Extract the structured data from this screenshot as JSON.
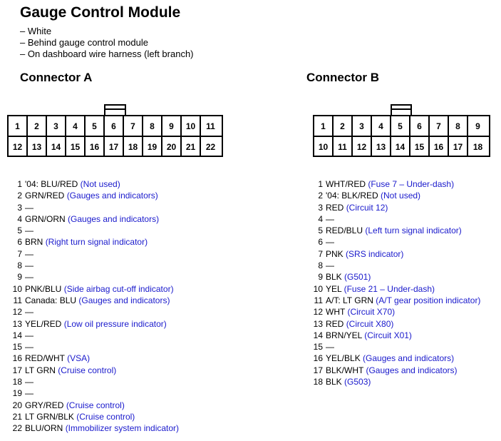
{
  "title": "Gauge Control Module",
  "notes": [
    "– White",
    "– Behind gauge control module",
    "– On dashboard wire harness (left branch)"
  ],
  "connector_a": {
    "title": "Connector A",
    "top_row": [
      "1",
      "2",
      "3",
      "4",
      "5",
      "6",
      "7",
      "8",
      "9",
      "10",
      "11"
    ],
    "bottom_row": [
      "12",
      "13",
      "14",
      "15",
      "16",
      "17",
      "18",
      "19",
      "20",
      "21",
      "22"
    ],
    "pins": [
      {
        "num": "1",
        "wire": "'04: BLU/RED",
        "desc": "(Not used)"
      },
      {
        "num": "2",
        "wire": "GRN/RED",
        "desc": "(Gauges and indicators)"
      },
      {
        "num": "3",
        "wire": "—",
        "desc": ""
      },
      {
        "num": "4",
        "wire": "GRN/ORN",
        "desc": "(Gauges and indicators)"
      },
      {
        "num": "5",
        "wire": "—",
        "desc": ""
      },
      {
        "num": "6",
        "wire": "BRN",
        "desc": "(Right turn signal indicator)"
      },
      {
        "num": "7",
        "wire": "—",
        "desc": ""
      },
      {
        "num": "8",
        "wire": "—",
        "desc": ""
      },
      {
        "num": "9",
        "wire": "—",
        "desc": ""
      },
      {
        "num": "10",
        "wire": "PNK/BLU",
        "desc": "(Side airbag cut-off indicator)"
      },
      {
        "num": "11",
        "wire": "Canada: BLU",
        "desc": "(Gauges and indicators)"
      },
      {
        "num": "12",
        "wire": "—",
        "desc": ""
      },
      {
        "num": "13",
        "wire": "YEL/RED",
        "desc": "(Low oil pressure indicator)"
      },
      {
        "num": "14",
        "wire": "—",
        "desc": ""
      },
      {
        "num": "15",
        "wire": "—",
        "desc": ""
      },
      {
        "num": "16",
        "wire": "RED/WHT",
        "desc": "(VSA)"
      },
      {
        "num": "17",
        "wire": "LT GRN",
        "desc": "(Cruise control)"
      },
      {
        "num": "18",
        "wire": "—",
        "desc": ""
      },
      {
        "num": "19",
        "wire": "—",
        "desc": ""
      },
      {
        "num": "20",
        "wire": "GRY/RED",
        "desc": "(Cruise control)"
      },
      {
        "num": "21",
        "wire": "LT GRN/BLK",
        "desc": "(Cruise control)"
      },
      {
        "num": "22",
        "wire": "BLU/ORN",
        "desc": "(Immobilizer system indicator)"
      }
    ]
  },
  "connector_b": {
    "title": "Connector B",
    "top_row": [
      "1",
      "2",
      "3",
      "4",
      "5",
      "6",
      "7",
      "8",
      "9"
    ],
    "bottom_row": [
      "10",
      "11",
      "12",
      "13",
      "14",
      "15",
      "16",
      "17",
      "18"
    ],
    "pins": [
      {
        "num": "1",
        "wire": "WHT/RED",
        "desc": "(Fuse 7 – Under-dash)"
      },
      {
        "num": "2",
        "wire": "'04: BLK/RED",
        "desc": "(Not used)"
      },
      {
        "num": "3",
        "wire": "RED",
        "desc": "(Circuit 12)"
      },
      {
        "num": "4",
        "wire": "—",
        "desc": ""
      },
      {
        "num": "5",
        "wire": "RED/BLU",
        "desc": "(Left turn signal indicator)"
      },
      {
        "num": "6",
        "wire": "—",
        "desc": ""
      },
      {
        "num": "7",
        "wire": "PNK",
        "desc": "(SRS indicator)"
      },
      {
        "num": "8",
        "wire": "—",
        "desc": ""
      },
      {
        "num": "9",
        "wire": "BLK",
        "desc": "(G501)"
      },
      {
        "num": "10",
        "wire": "YEL",
        "desc": "(Fuse 21 – Under-dash)"
      },
      {
        "num": "11",
        "wire": "A/T: LT GRN",
        "desc": "(A/T gear position indicator)"
      },
      {
        "num": "12",
        "wire": "WHT",
        "desc": "(Circuit X70)"
      },
      {
        "num": "13",
        "wire": "RED",
        "desc": "(Circuit X80)"
      },
      {
        "num": "14",
        "wire": "BRN/YEL",
        "desc": "(Circuit X01)"
      },
      {
        "num": "15",
        "wire": "—",
        "desc": ""
      },
      {
        "num": "16",
        "wire": "YEL/BLK",
        "desc": "(Gauges and indicators)"
      },
      {
        "num": "17",
        "wire": "BLK/WHT",
        "desc": "(Gauges and indicators)"
      },
      {
        "num": "18",
        "wire": "BLK",
        "desc": "(G503)"
      }
    ]
  }
}
